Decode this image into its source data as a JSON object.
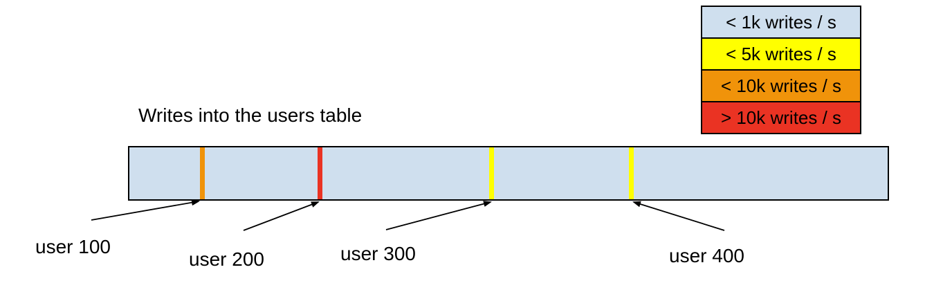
{
  "title": "Writes into the users table",
  "legend": {
    "items": [
      {
        "label": "< 1k writes / s",
        "color": "#cfdfee"
      },
      {
        "label": "< 5k writes / s",
        "color": "#ffff00"
      },
      {
        "label": "< 10k writes / s",
        "color": "#f0930a"
      },
      {
        "label": "> 10k writes / s",
        "color": "#ea3323"
      }
    ]
  },
  "table_bar": {
    "fill_color": "#cfdfee",
    "border_color": "#000000",
    "markers": [
      {
        "label": "user 100",
        "color": "#f0930a",
        "rate": "< 10k writes / s"
      },
      {
        "label": "user 200",
        "color": "#ea3323",
        "rate": "> 10k writes / s"
      },
      {
        "label": "user 300",
        "color": "#ffff00",
        "rate": "< 5k writes / s"
      },
      {
        "label": "user 400",
        "color": "#ffff00",
        "rate": "< 5k writes / s"
      }
    ]
  }
}
